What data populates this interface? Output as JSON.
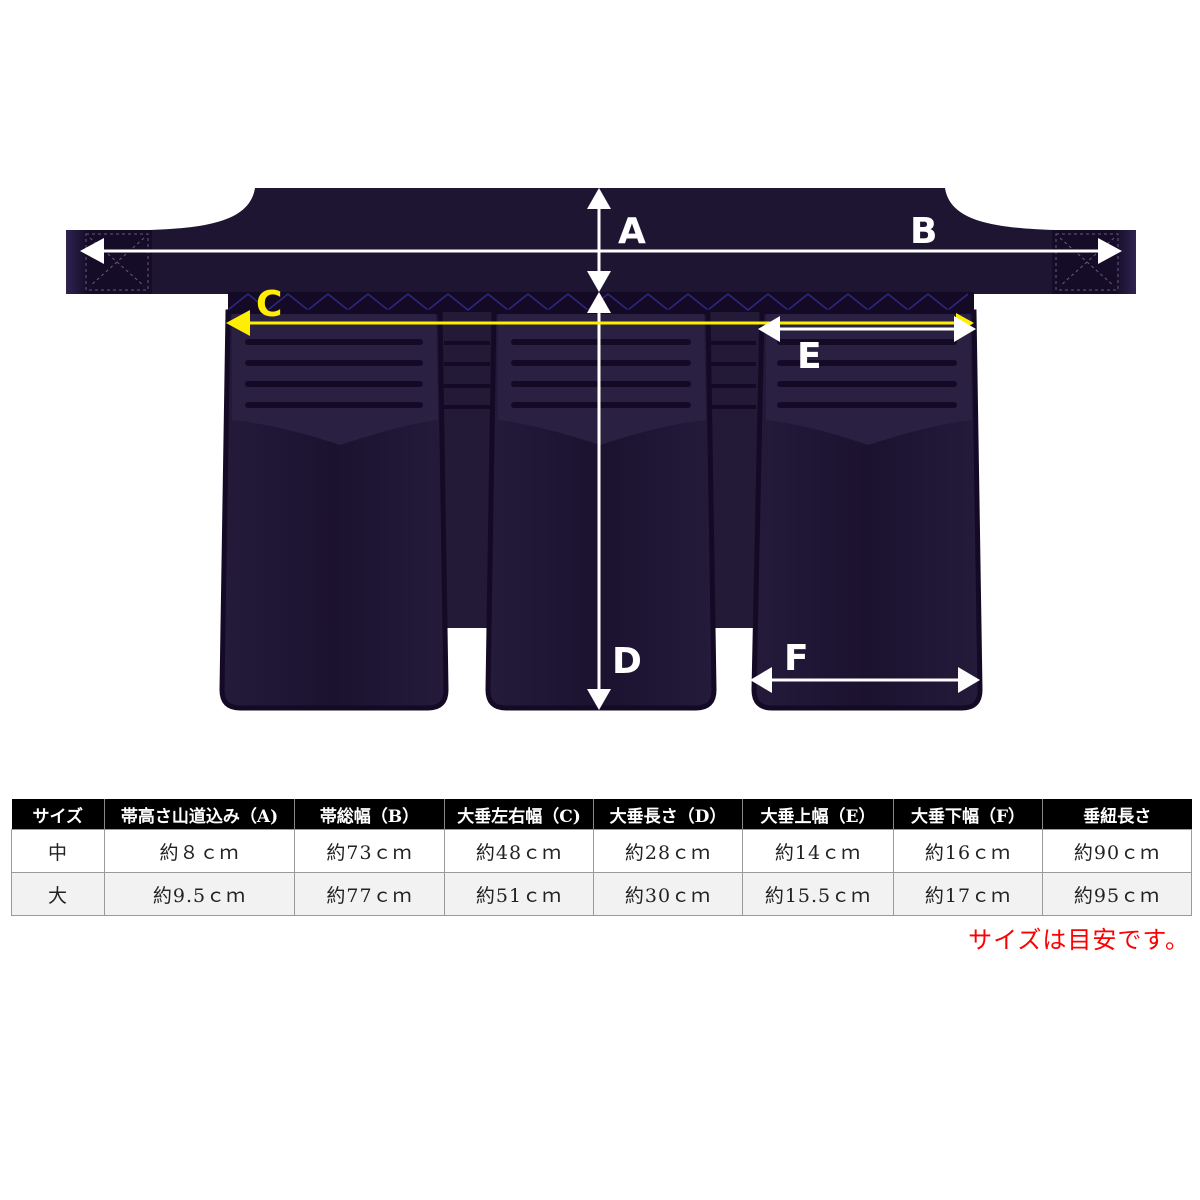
{
  "illustration": {
    "colors": {
      "body": "#1e1533",
      "body_dark": "#140a26",
      "panel_light": "#2a2142",
      "arrow": "#ffffff",
      "arrow_c": "#ffee00",
      "zigzag": "#2a2a80"
    },
    "labels": {
      "a": "A",
      "b": "B",
      "c": "C",
      "d": "D",
      "e": "E",
      "f": "F"
    }
  },
  "table": {
    "headers": [
      "サイズ",
      "帯高さ山道込み（A)",
      "帯総幅（B）",
      "大垂左右幅（C)",
      "大垂長さ（D）",
      "大垂上幅（E）",
      "大垂下幅（F）",
      "垂紐長さ"
    ],
    "rows": [
      [
        "中",
        "約８ｃｍ",
        "約73ｃｍ",
        "約48ｃｍ",
        "約28ｃｍ",
        "約14ｃｍ",
        "約16ｃｍ",
        "約90ｃｍ"
      ],
      [
        "大",
        "約9.5ｃｍ",
        "約77ｃｍ",
        "約51ｃｍ",
        "約30ｃｍ",
        "約15.5ｃｍ",
        "約17ｃｍ",
        "約95ｃｍ"
      ]
    ]
  },
  "note": "サイズは目安です。"
}
